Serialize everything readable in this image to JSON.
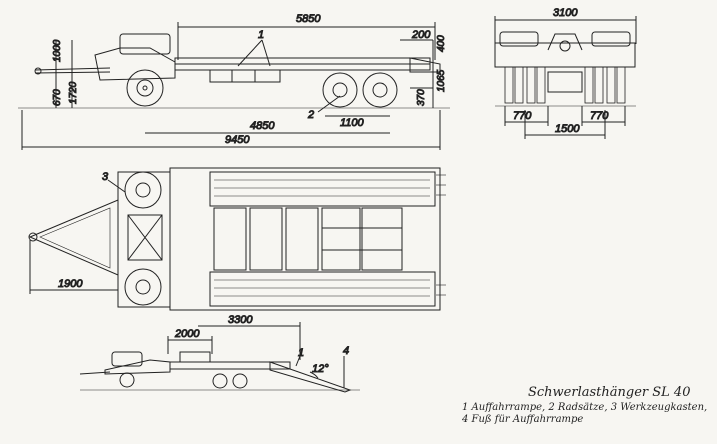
{
  "caption": {
    "title": "Schwerlasthänger SL 40",
    "line1": "1 Auffahrrampe, 2 Radsätze, 3 Werkzeugkasten,",
    "line2": "4 Fuß für Auffahrrampe"
  },
  "side_view": {
    "dims": {
      "overall_bed": "5850",
      "front_height": "1000",
      "wheel_height": "1720",
      "ground_clear": "670",
      "rear_200": "200",
      "rear_400": "400",
      "rear_1065": "1065",
      "rear_370": "370",
      "axle_spacing": "1100",
      "wheelbase": "4850",
      "total_length": "9450"
    },
    "callouts": {
      "c1": "1",
      "c2": "2"
    }
  },
  "rear_view": {
    "dims": {
      "width": "3100",
      "left": "770",
      "center": "1500",
      "right": "770"
    }
  },
  "top_view": {
    "dims": {
      "drawbar": "1900"
    },
    "callouts": {
      "c3": "3"
    }
  },
  "loading_view": {
    "dims": {
      "ramp_2000": "2000",
      "ramp_3300": "3300",
      "angle": "12°"
    },
    "callouts": {
      "c1": "1",
      "c4": "4"
    }
  }
}
